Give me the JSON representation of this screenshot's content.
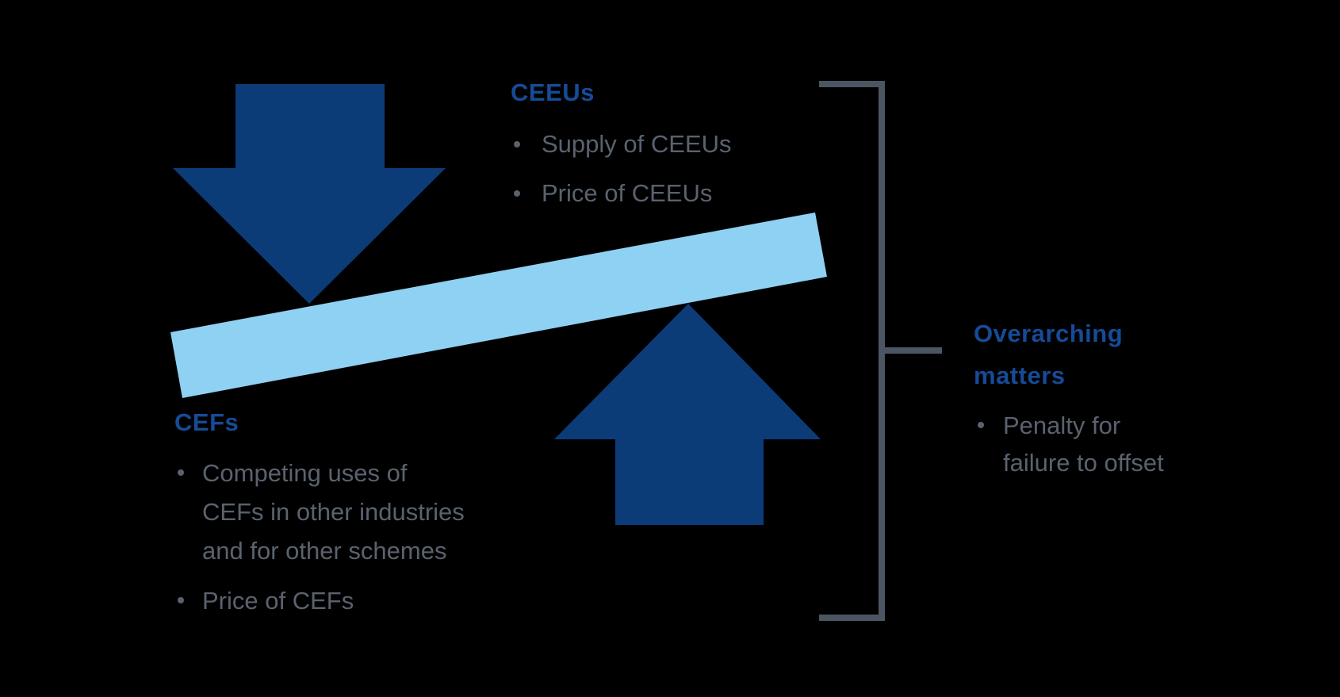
{
  "title": "Seesaw balance diagram of CEEU and CEF market factors",
  "colors": {
    "background": "#000000",
    "arrow_navy": "#0C3C78",
    "bar_light_blue": "#8FD1F2",
    "heading_blue": "#164B97",
    "body_gray": "#5A626E",
    "bracket_gray": "#4C5663"
  },
  "ceeus": {
    "heading": "CEEUs",
    "bullets": [
      "Supply of CEEUs",
      "Price of CEEUs"
    ]
  },
  "cefs": {
    "heading": "CEFs",
    "bullets": [
      "Competing uses of CEFs in other industries and for other schemes",
      "Price of CEFs"
    ]
  },
  "overarching": {
    "heading": "Overarching matters",
    "bullets": [
      "Penalty for failure to offset"
    ]
  },
  "icons": {
    "down_arrow": "downward pressure arrow",
    "up_arrow": "upward pressure arrow",
    "seesaw_bar": "tilted balance beam",
    "bracket": "right brace grouping overarching matters"
  }
}
